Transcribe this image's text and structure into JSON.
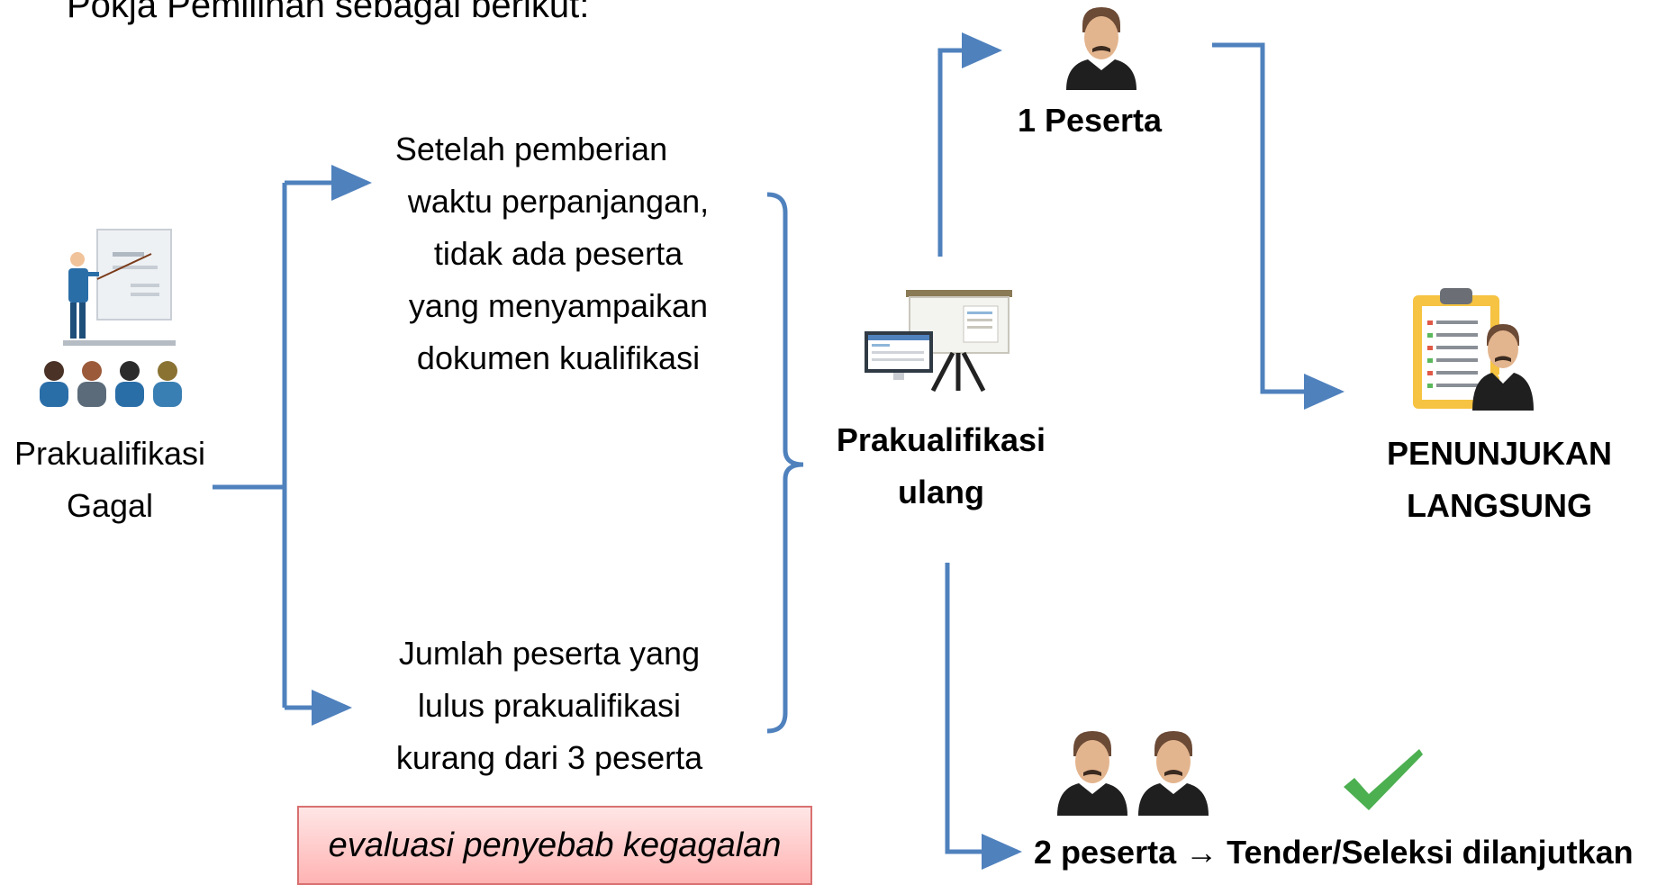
{
  "heading": "Pokja Pemilihan sebagai berikut:",
  "left_label": [
    "Prakualifikasi",
    "Gagal"
  ],
  "condition_top": [
    "Setelah pemberian",
    "waktu perpanjangan,",
    "tidak ada peserta",
    "yang menyampaikan",
    "dokumen kualifikasi"
  ],
  "condition_bottom": [
    "Jumlah peserta yang",
    "lulus prakualifikasi",
    "kurang dari 3 peserta"
  ],
  "evaluation_box": "evaluasi penyebab kegagalan",
  "center_label": [
    "Prakualifikasi",
    "ulang"
  ],
  "one_participant": "1  Peserta",
  "direct_appointment": [
    "PENUNJUKAN",
    "LANGSUNG"
  ],
  "two_participants": "2 peserta",
  "arrow_glyph": "→",
  "continue_label": "Tender/Seleksi dilanjutkan",
  "icons": [
    "presenter-audience-icon",
    "presentation-easel-icon",
    "person-icon",
    "clipboard-person-icon",
    "two-persons-icon",
    "checkmark-icon"
  ],
  "colors": {
    "connector": "#4f81bd",
    "check": "#4caf50",
    "eval_border": "#d97070"
  }
}
